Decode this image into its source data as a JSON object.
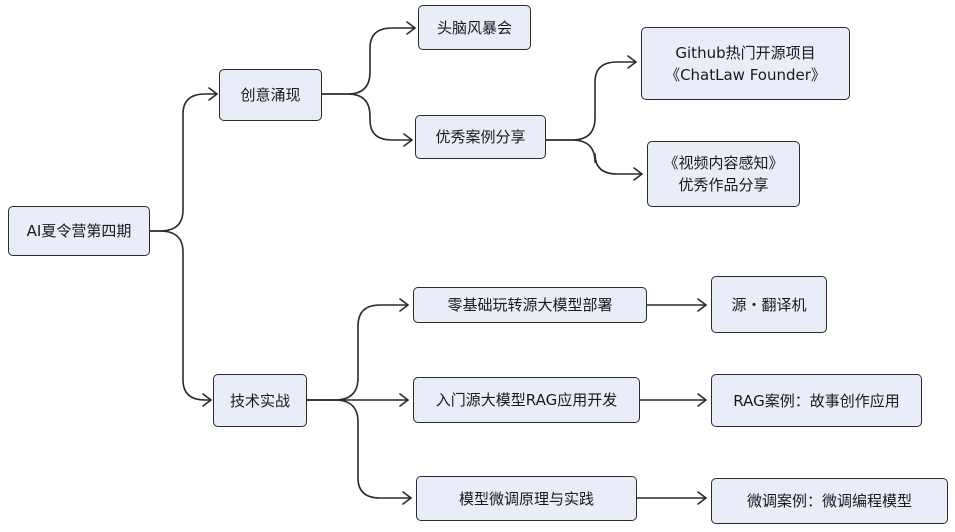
{
  "diagram": {
    "root": {
      "label": "AI夏令营第四期"
    },
    "branch_creative": {
      "label": "创意涌现"
    },
    "branch_tech": {
      "label": "技术实战"
    },
    "brainstorm": {
      "label": "头脑风暴会"
    },
    "showcase": {
      "label": "优秀案例分享"
    },
    "github": {
      "line1": "Github热门开源项目",
      "line2": "《ChatLaw Founder》"
    },
    "video": {
      "line1": "《视频内容感知》",
      "line2": "优秀作品分享"
    },
    "deploy": {
      "label": "零基础玩转源大模型部署"
    },
    "rag_dev": {
      "label": "入门源大模型RAG应用开发"
    },
    "finetune": {
      "label": "模型微调原理与实践"
    },
    "translator": {
      "label": "源・翻译机"
    },
    "rag_case": {
      "label": "RAG案例：故事创作应用"
    },
    "finetune_case": {
      "label": "微调案例：微调编程模型"
    }
  },
  "colors": {
    "node_fill": "#e8edf8",
    "stroke": "#2b2b2b",
    "text": "#1a1a1a"
  }
}
